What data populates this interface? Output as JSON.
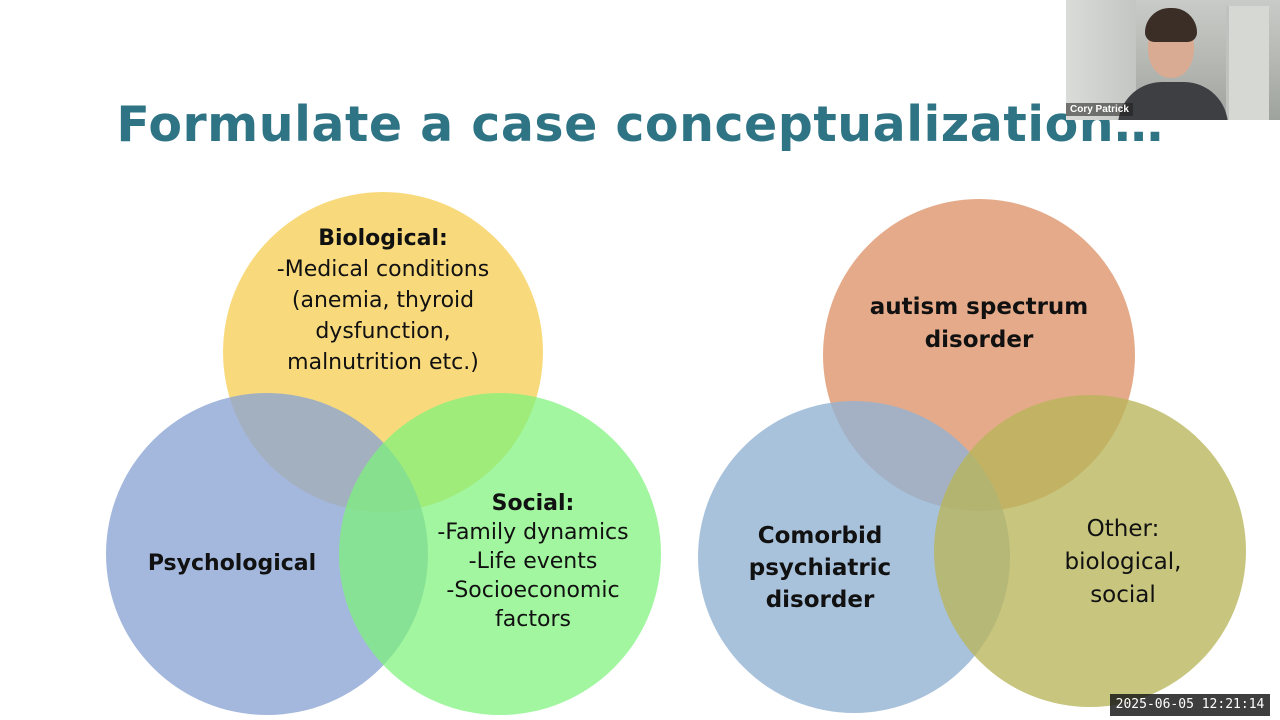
{
  "slide": {
    "title": "Formulate a case conceptualization…"
  },
  "left_venn": {
    "biological": {
      "header": "Biological:",
      "lines": [
        "-Medical conditions",
        "(anemia, thyroid",
        "dysfunction,",
        "malnutrition etc.)"
      ],
      "color": "#f7d56b"
    },
    "psychological": {
      "label": "Psychological",
      "color": "#8aa4d4"
    },
    "social": {
      "header": "Social:",
      "lines": [
        "-Family dynamics",
        "-Life events",
        "-Socioeconomic",
        "factors"
      ],
      "color": "#7df27a"
    }
  },
  "right_venn": {
    "autism": {
      "lines": [
        "autism spectrum",
        "disorder"
      ],
      "color": "#e2a37f"
    },
    "comorbid": {
      "lines": [
        "Comorbid",
        "psychiatric",
        "disorder"
      ],
      "color": "#93b3d3"
    },
    "other": {
      "lines": [
        "Other:",
        "biological,",
        "social"
      ],
      "color": "#b9b55a"
    }
  },
  "webcam": {
    "participant_name": "Cory Patrick"
  },
  "recording": {
    "timestamp": "2025-06-05 12:21:14"
  }
}
